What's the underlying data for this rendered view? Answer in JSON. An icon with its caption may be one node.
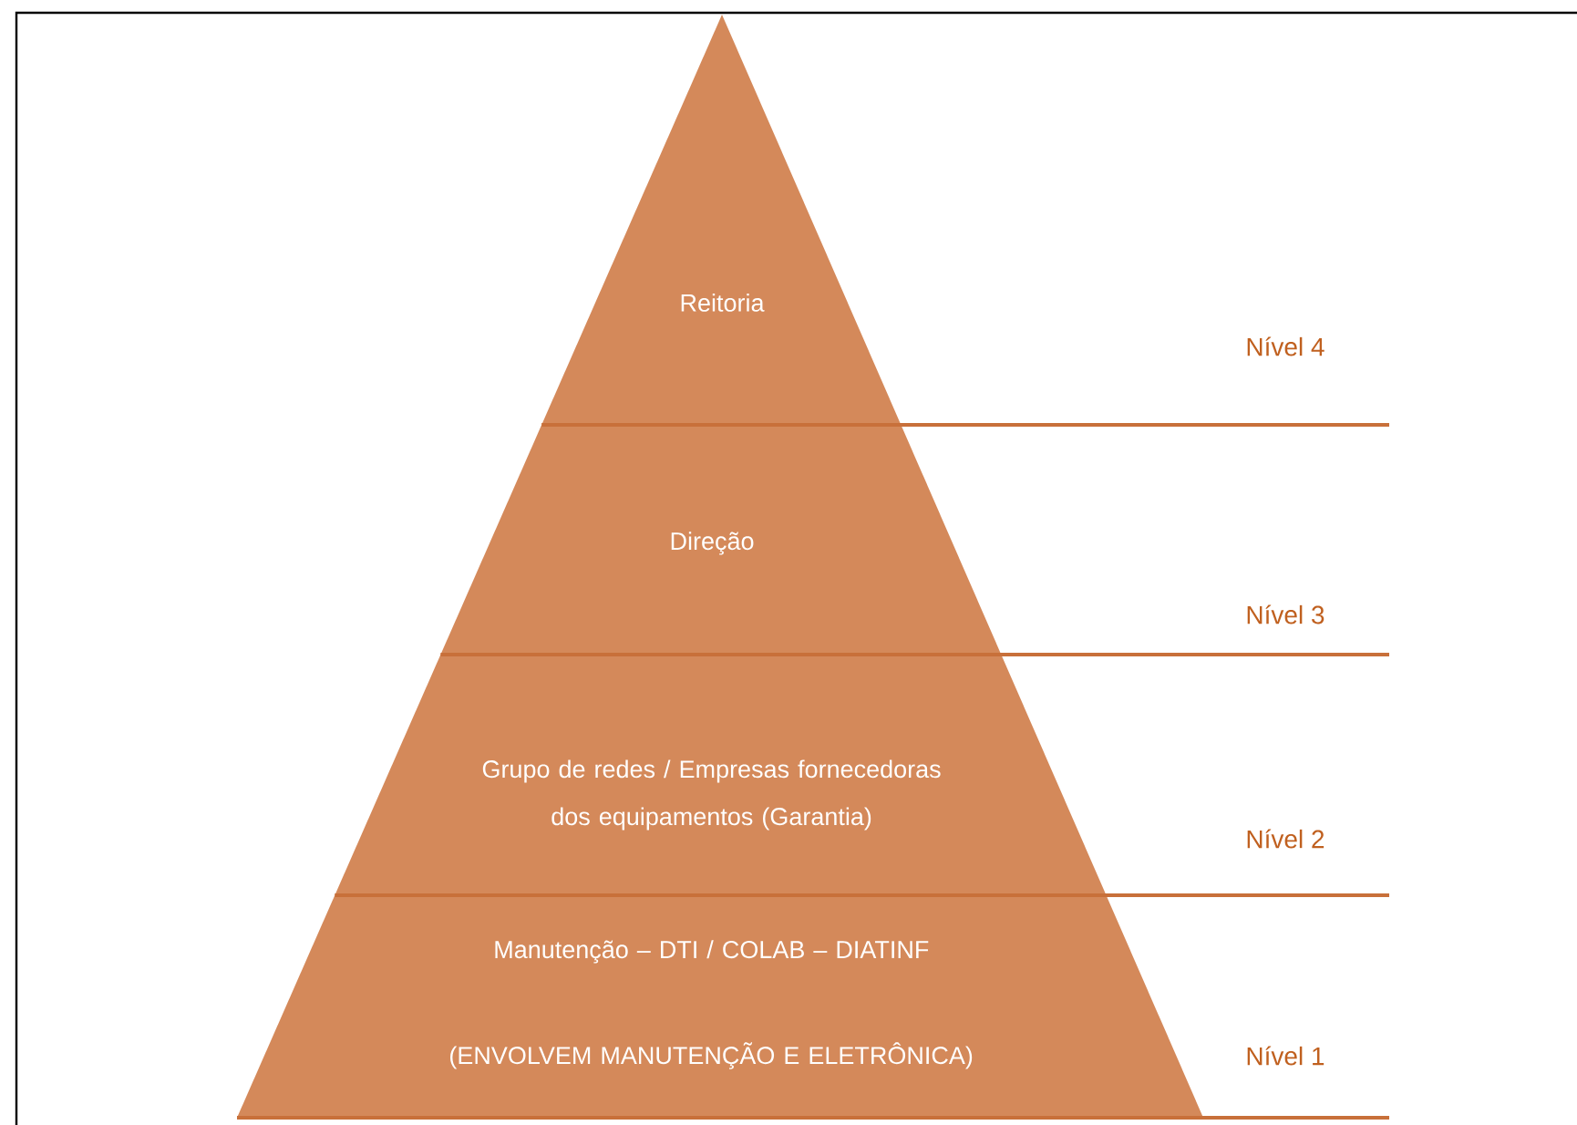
{
  "diagram": {
    "nodes": [
      {
        "text": [
          "Reitoria"
        ]
      },
      {
        "text": [
          "Direção"
        ]
      },
      {
        "text": [
          "Grupo de redes / Empresas fornecedoras dos equipamentos (Garantia)"
        ]
      },
      {
        "text": [
          "Manutenção – DTI / COLAB – DIATINF",
          "(ENVOLVEM MANUTENÇÃO E ELETRÔNICA)"
        ]
      }
    ],
    "labels": [
      "Nível 4",
      "Nível 3",
      "Nível 2",
      "Nível 1"
    ]
  }
}
